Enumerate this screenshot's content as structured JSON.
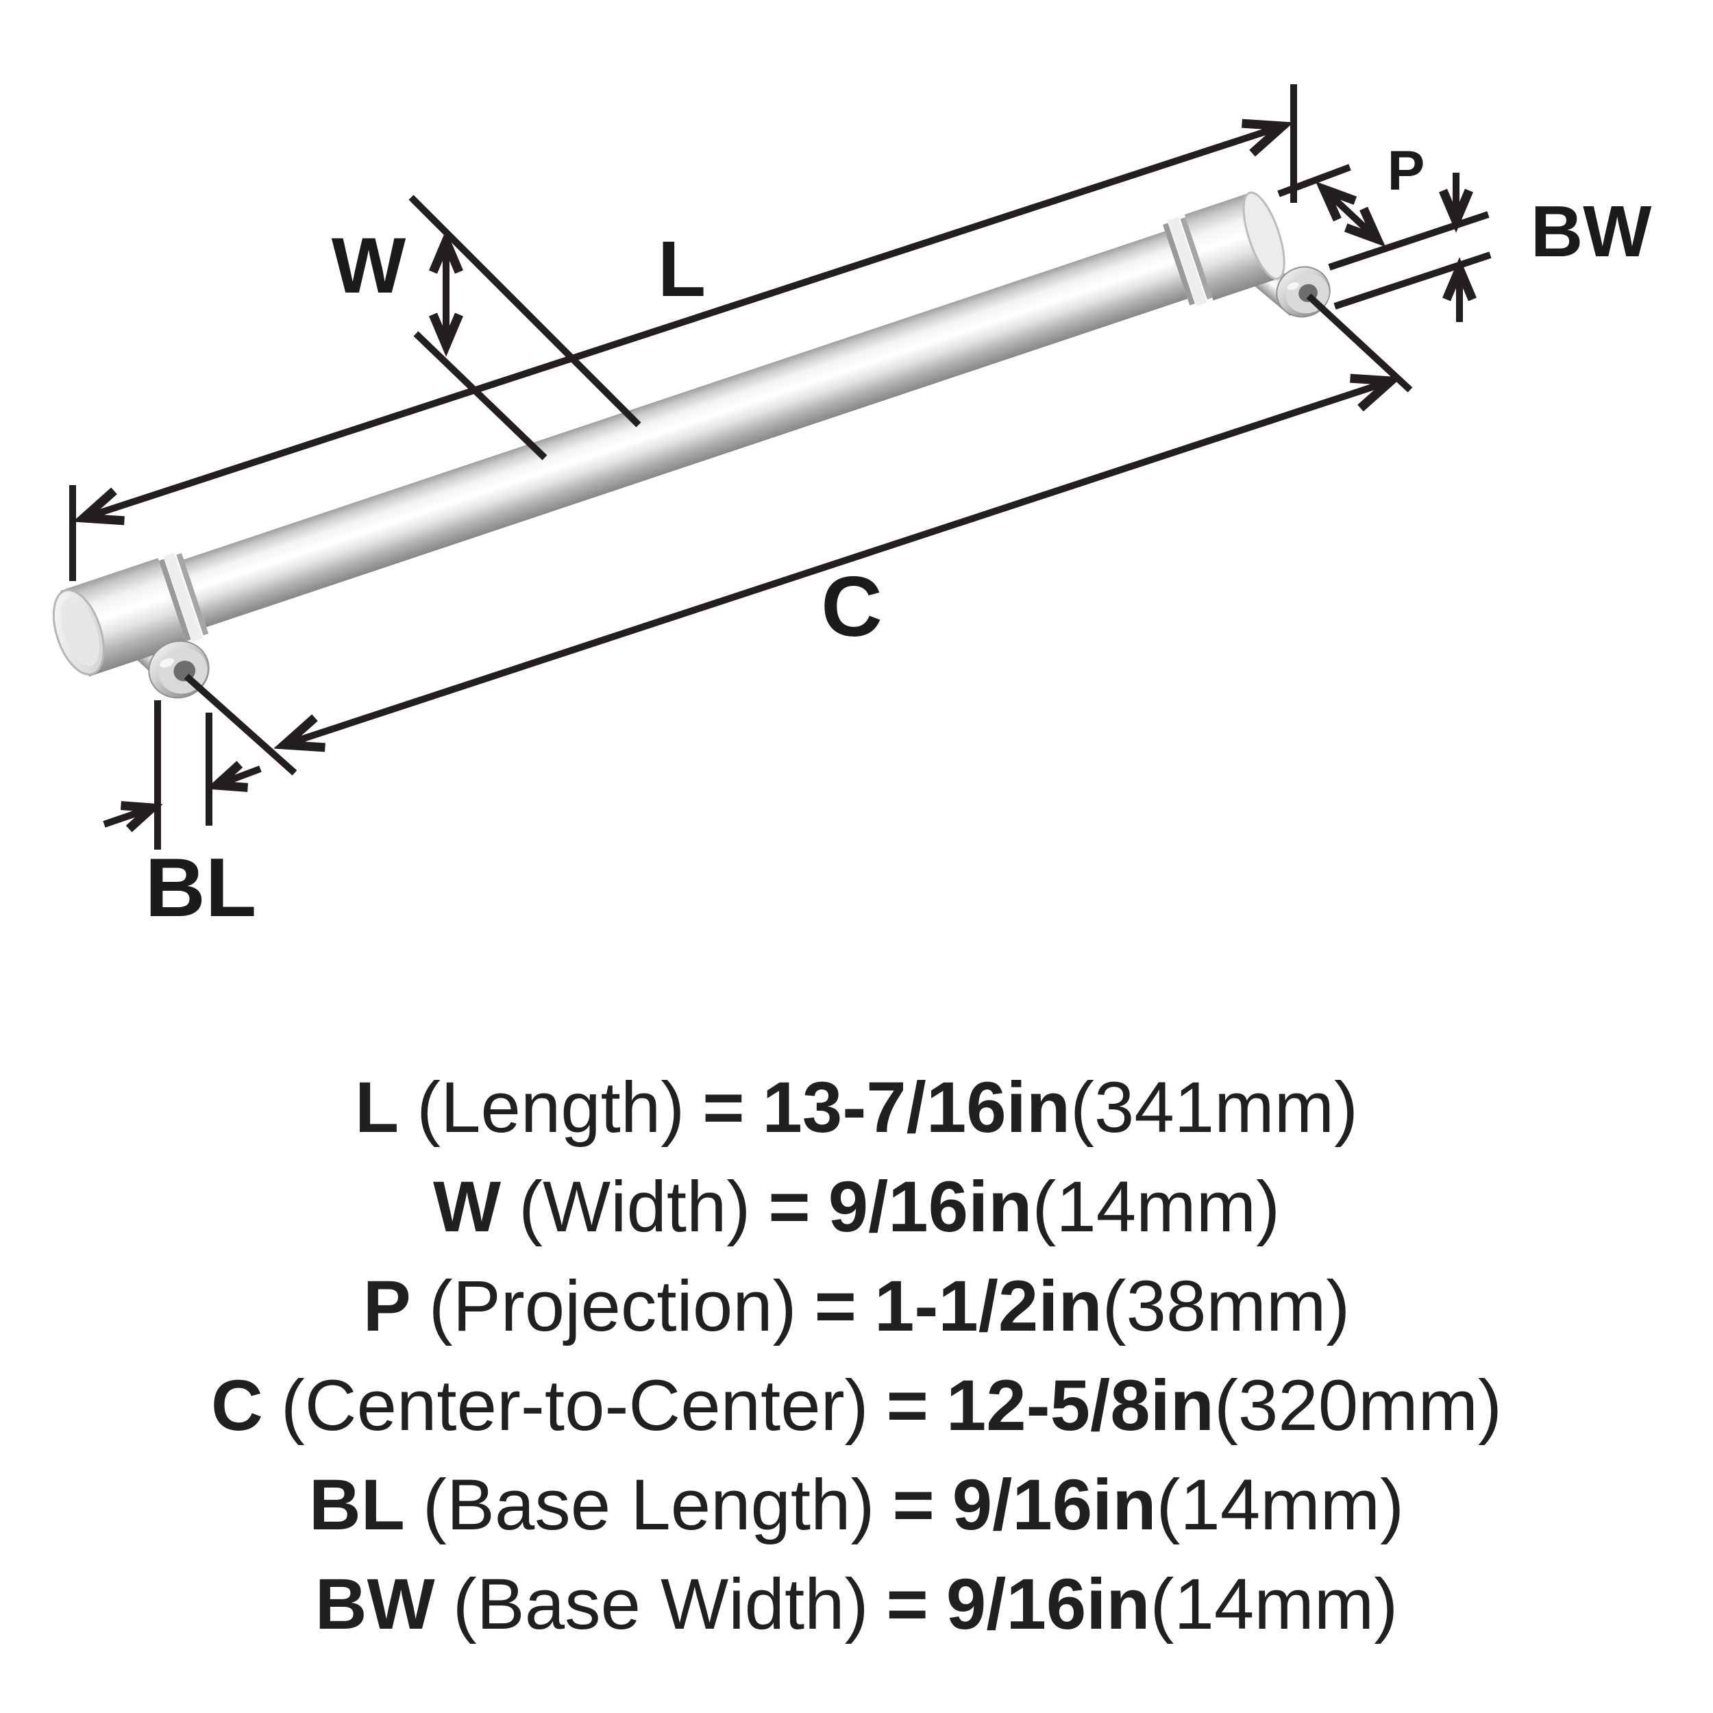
{
  "diagram": {
    "type": "product-dimension-diagram",
    "product": "bar cabinet pull, brushed nickel",
    "dim_labels": {
      "L": "L",
      "W": "W",
      "P": "P",
      "C": "C",
      "BL": "BL",
      "BW": "BW"
    }
  },
  "specs": {
    "lines": [
      {
        "symbol": "L",
        "label": "(Length)",
        "eq": "=",
        "value": "13-7/16in",
        "metric": "(341mm)"
      },
      {
        "symbol": "W",
        "label": "(Width)",
        "eq": "=",
        "value": "9/16in",
        "metric": "(14mm)"
      },
      {
        "symbol": "P",
        "label": "(Projection)",
        "eq": "=",
        "value": "1-1/2in",
        "metric": "(38mm)"
      },
      {
        "symbol": "C",
        "label": "(Center-to-Center)",
        "eq": "=",
        "value": "12-5/8in",
        "metric": "(320mm)"
      },
      {
        "symbol": "BL",
        "label": "(Base Length)",
        "eq": "=",
        "value": "9/16in",
        "metric": "(14mm)"
      },
      {
        "symbol": "BW",
        "label": "(Base Width)",
        "eq": "=",
        "value": "9/16in",
        "metric": "(14mm)"
      }
    ]
  },
  "colors": {
    "background": "#ffffff",
    "line_art": "#231f20",
    "text": "#221f1f",
    "metal_highlight": "#ffffff",
    "metal_light": "#ececec",
    "metal_mid": "#b5b5b5",
    "metal_dark": "#8a8a8a",
    "hole_dark": "#6d6d6d"
  }
}
